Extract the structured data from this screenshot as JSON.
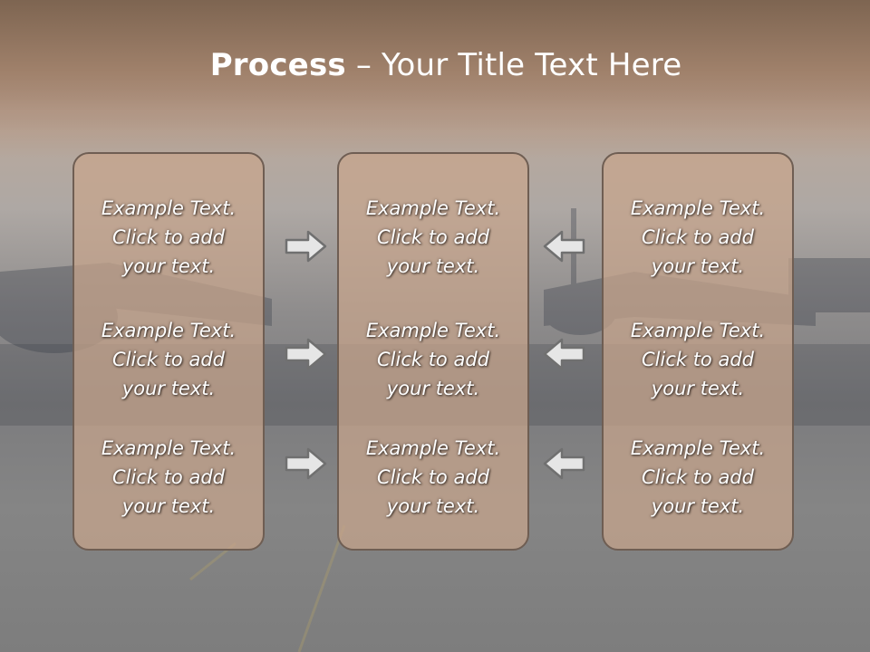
{
  "slide": {
    "title_bold": "Process",
    "title_rest": " – Your Title Text Here"
  },
  "columns": [
    {
      "items": [
        {
          "line1": "Example Text.",
          "line2": "Click  to add",
          "line3": "your text."
        },
        {
          "line1": "Example Text.",
          "line2": "Click  to add",
          "line3": "your text."
        },
        {
          "line1": "Example Text.",
          "line2": "Click  to add",
          "line3": "your text."
        }
      ]
    },
    {
      "items": [
        {
          "line1": "Example Text.",
          "line2": "Click  to add",
          "line3": "your text."
        },
        {
          "line1": "Example Text.",
          "line2": "Click  to add",
          "line3": "your text."
        },
        {
          "line1": "Example Text.",
          "line2": "Click  to add",
          "line3": "your text."
        }
      ]
    },
    {
      "items": [
        {
          "line1": "Example Text.",
          "line2": "Click  to add",
          "line3": "your text."
        },
        {
          "line1": "Example Text.",
          "line2": "Click  to add",
          "line3": "your text."
        },
        {
          "line1": "Example Text.",
          "line2": "Click  to add",
          "line3": "your text."
        }
      ]
    }
  ],
  "icons": {
    "right_arrow": "arrow-right-icon",
    "left_arrow": "arrow-left-icon"
  },
  "colors": {
    "title_band": "#a08068",
    "box_fill": "#c8a58c",
    "box_border": "#6f5e53",
    "text": "#ffffff"
  }
}
